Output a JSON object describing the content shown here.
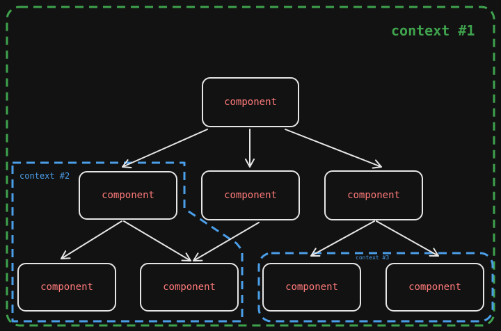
{
  "contexts": {
    "main_label": "context #1",
    "second_label": "context #2",
    "third_label": "context #3"
  },
  "colors": {
    "background": "#121212",
    "context_main": "#3fa34d",
    "context_sub": "#4b9ee8",
    "node_border": "#e6e6e6",
    "node_text": "#ff7a7a",
    "arrow": "#e6e6e6"
  },
  "nodes": {
    "root": "component",
    "mid_left": "component",
    "mid_center": "component",
    "mid_right": "component",
    "leaf_1": "component",
    "leaf_2": "component",
    "leaf_3": "component",
    "leaf_4": "component"
  }
}
